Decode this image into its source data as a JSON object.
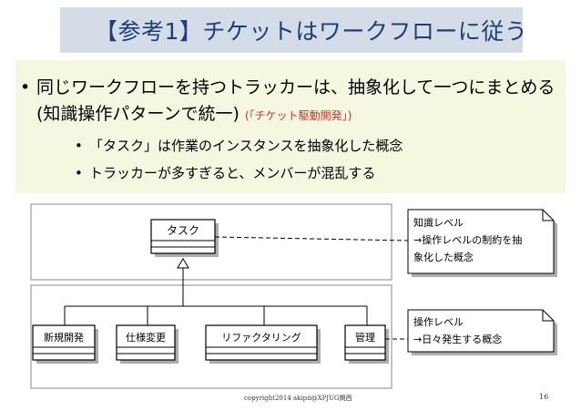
{
  "slide": {
    "title": "【参考1】チケットはワークフローに従う",
    "bullet_main": "同じワークフローを持つトラッカーは、抽象化して一つにまとめる (知識操作パターンで統一)",
    "bullet_main_note": "(「チケット駆動開発」)",
    "sub_bullets": [
      "「タスク」は作業のインスタンスを抽象化した概念",
      "トラッカーが多すぎると、メンバーが混乱する"
    ],
    "bullet_glyph": "•"
  },
  "diagram": {
    "parent_class": "タスク",
    "child_classes": [
      "新規開発",
      "仕様変更",
      "リファクタリング",
      "管理"
    ],
    "note_knowledge": [
      "知識レベル",
      "→操作レベルの制約を抽",
      "象化した概念"
    ],
    "note_operation": [
      "操作レベル",
      "→日々発生する概念"
    ]
  },
  "footer": {
    "copyright": "copyright2014 akipii@XPJUG関西",
    "page_number": "16"
  }
}
